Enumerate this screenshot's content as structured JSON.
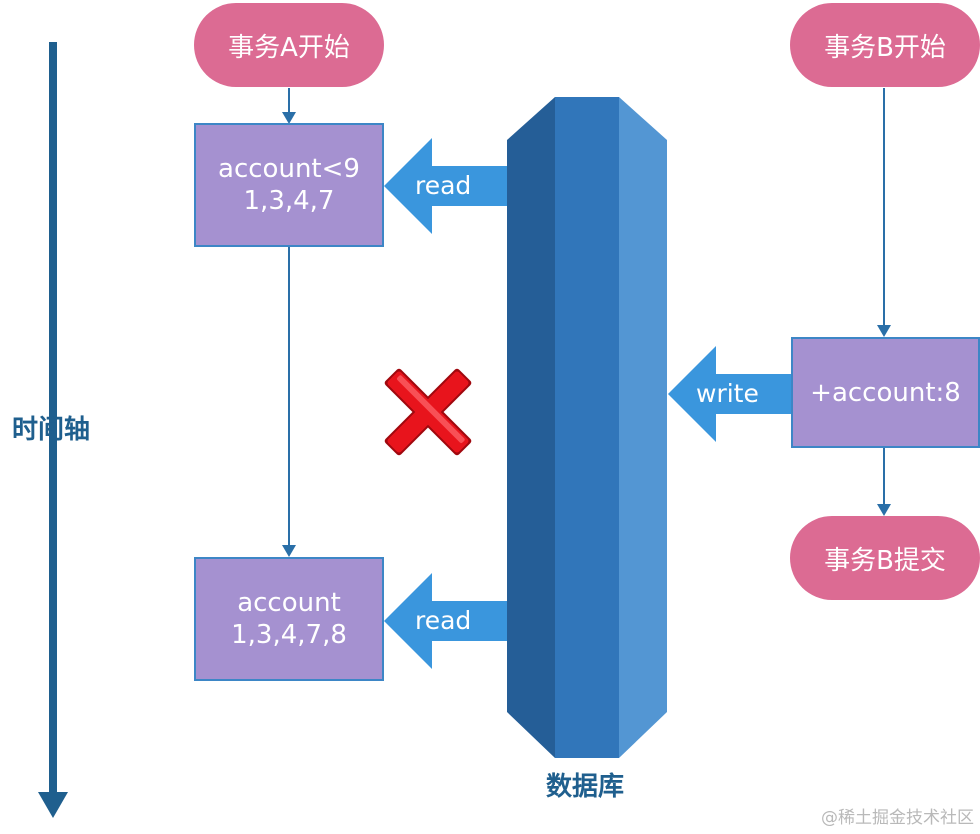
{
  "timeline": {
    "label": "时间轴"
  },
  "transaction_a": {
    "start_label": "事务A开始",
    "query1": {
      "line1": "account<9",
      "line2": "1,3,4,7"
    },
    "query2": {
      "line1": "account",
      "line2": "1,3,4,7,8"
    }
  },
  "transaction_b": {
    "start_label": "事务B开始",
    "insert_label": "+account:8",
    "commit_label": "事务B提交"
  },
  "arrows": {
    "read1": "read",
    "read2": "read",
    "write": "write"
  },
  "database": {
    "label": "数据库"
  },
  "watermark": "@稀土掘金技术社区",
  "colors": {
    "pill": "#dc6b93",
    "box_fill": "#a591d0",
    "box_border": "#3d86c6",
    "arrow": "#3a96dd",
    "cylinder_dark": "#255e97",
    "cylinder_mid": "#3176ba",
    "cylinder_light": "#5396d3",
    "timeline": "#1f5f8e",
    "cross": "#e8141c"
  }
}
